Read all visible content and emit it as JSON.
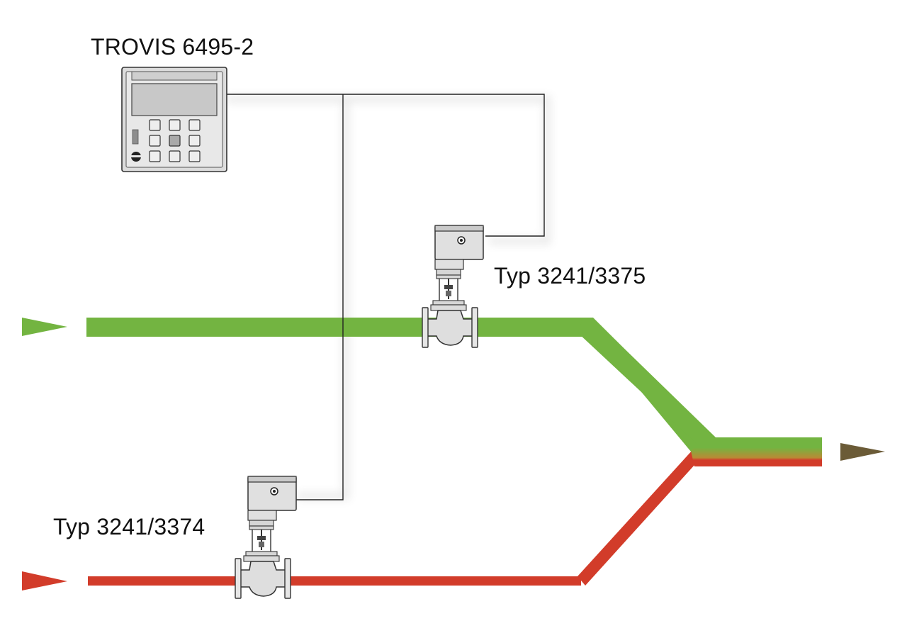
{
  "labels": {
    "controller": "TROVIS 6495-2",
    "valve_top": "Typ 3241/3375",
    "valve_bottom": "Typ 3241/3374"
  },
  "colors": {
    "green_flow": "#73b441",
    "red_flow": "#d23c2a",
    "mixed_flow_arrow": "#6b5b37",
    "signal_line": "#222222",
    "device_body": "#e3e3e3",
    "device_outline": "#333333"
  },
  "icons": {
    "controller": "controller-unit-icon",
    "valve": "control-valve-icon",
    "flow_arrow": "flow-direction-arrow-icon"
  }
}
